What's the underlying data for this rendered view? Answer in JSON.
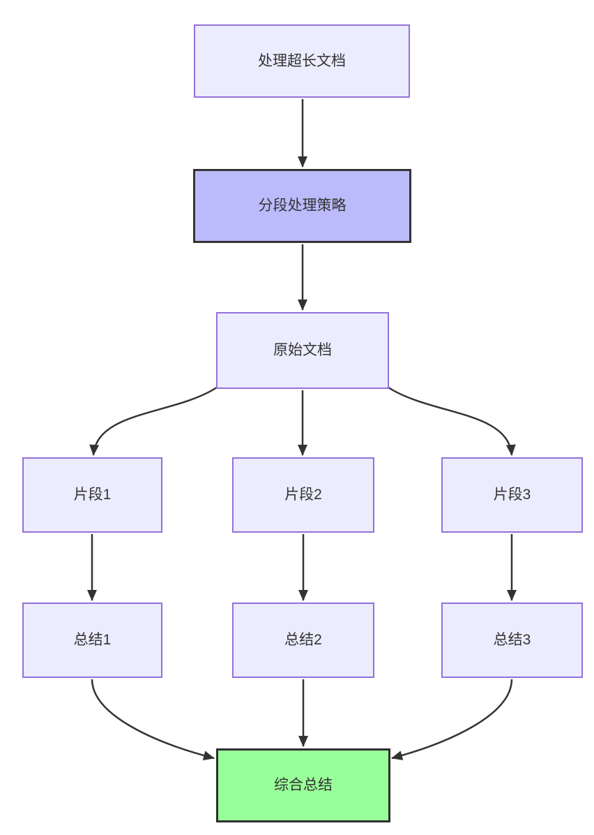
{
  "diagram": {
    "type": "flowchart-top-down",
    "nodes": [
      {
        "id": "A",
        "label": "处理超长文档",
        "style": "default"
      },
      {
        "id": "B",
        "label": "分段处理策略",
        "style": "emphasis-purple"
      },
      {
        "id": "C",
        "label": "原始文档",
        "style": "default"
      },
      {
        "id": "D1",
        "label": "片段1",
        "style": "default"
      },
      {
        "id": "D2",
        "label": "片段2",
        "style": "default"
      },
      {
        "id": "D3",
        "label": "片段3",
        "style": "default"
      },
      {
        "id": "E1",
        "label": "总结1",
        "style": "default"
      },
      {
        "id": "E2",
        "label": "总结2",
        "style": "default"
      },
      {
        "id": "E3",
        "label": "总结3",
        "style": "default"
      },
      {
        "id": "F",
        "label": "综合总结",
        "style": "emphasis-green"
      }
    ],
    "edges": [
      {
        "from": "A",
        "to": "B",
        "shape": "straight"
      },
      {
        "from": "B",
        "to": "C",
        "shape": "straight"
      },
      {
        "from": "C",
        "to": "D1",
        "shape": "curve-left"
      },
      {
        "from": "C",
        "to": "D2",
        "shape": "straight"
      },
      {
        "from": "C",
        "to": "D3",
        "shape": "curve-right"
      },
      {
        "from": "D1",
        "to": "E1",
        "shape": "straight"
      },
      {
        "from": "D2",
        "to": "E2",
        "shape": "straight"
      },
      {
        "from": "D3",
        "to": "E3",
        "shape": "straight"
      },
      {
        "from": "E1",
        "to": "F",
        "shape": "curve-right"
      },
      {
        "from": "E2",
        "to": "F",
        "shape": "straight"
      },
      {
        "from": "E3",
        "to": "F",
        "shape": "curve-left"
      }
    ],
    "colors": {
      "node_default_fill": "#ECECFF",
      "node_default_border": "#9370DB",
      "node_purple_fill": "#BBBBFC",
      "node_green_fill": "#99FF99",
      "emphasis_border": "#333333",
      "edge_stroke": "#333333",
      "text": "#333333",
      "background": "#FFFFFF"
    }
  }
}
